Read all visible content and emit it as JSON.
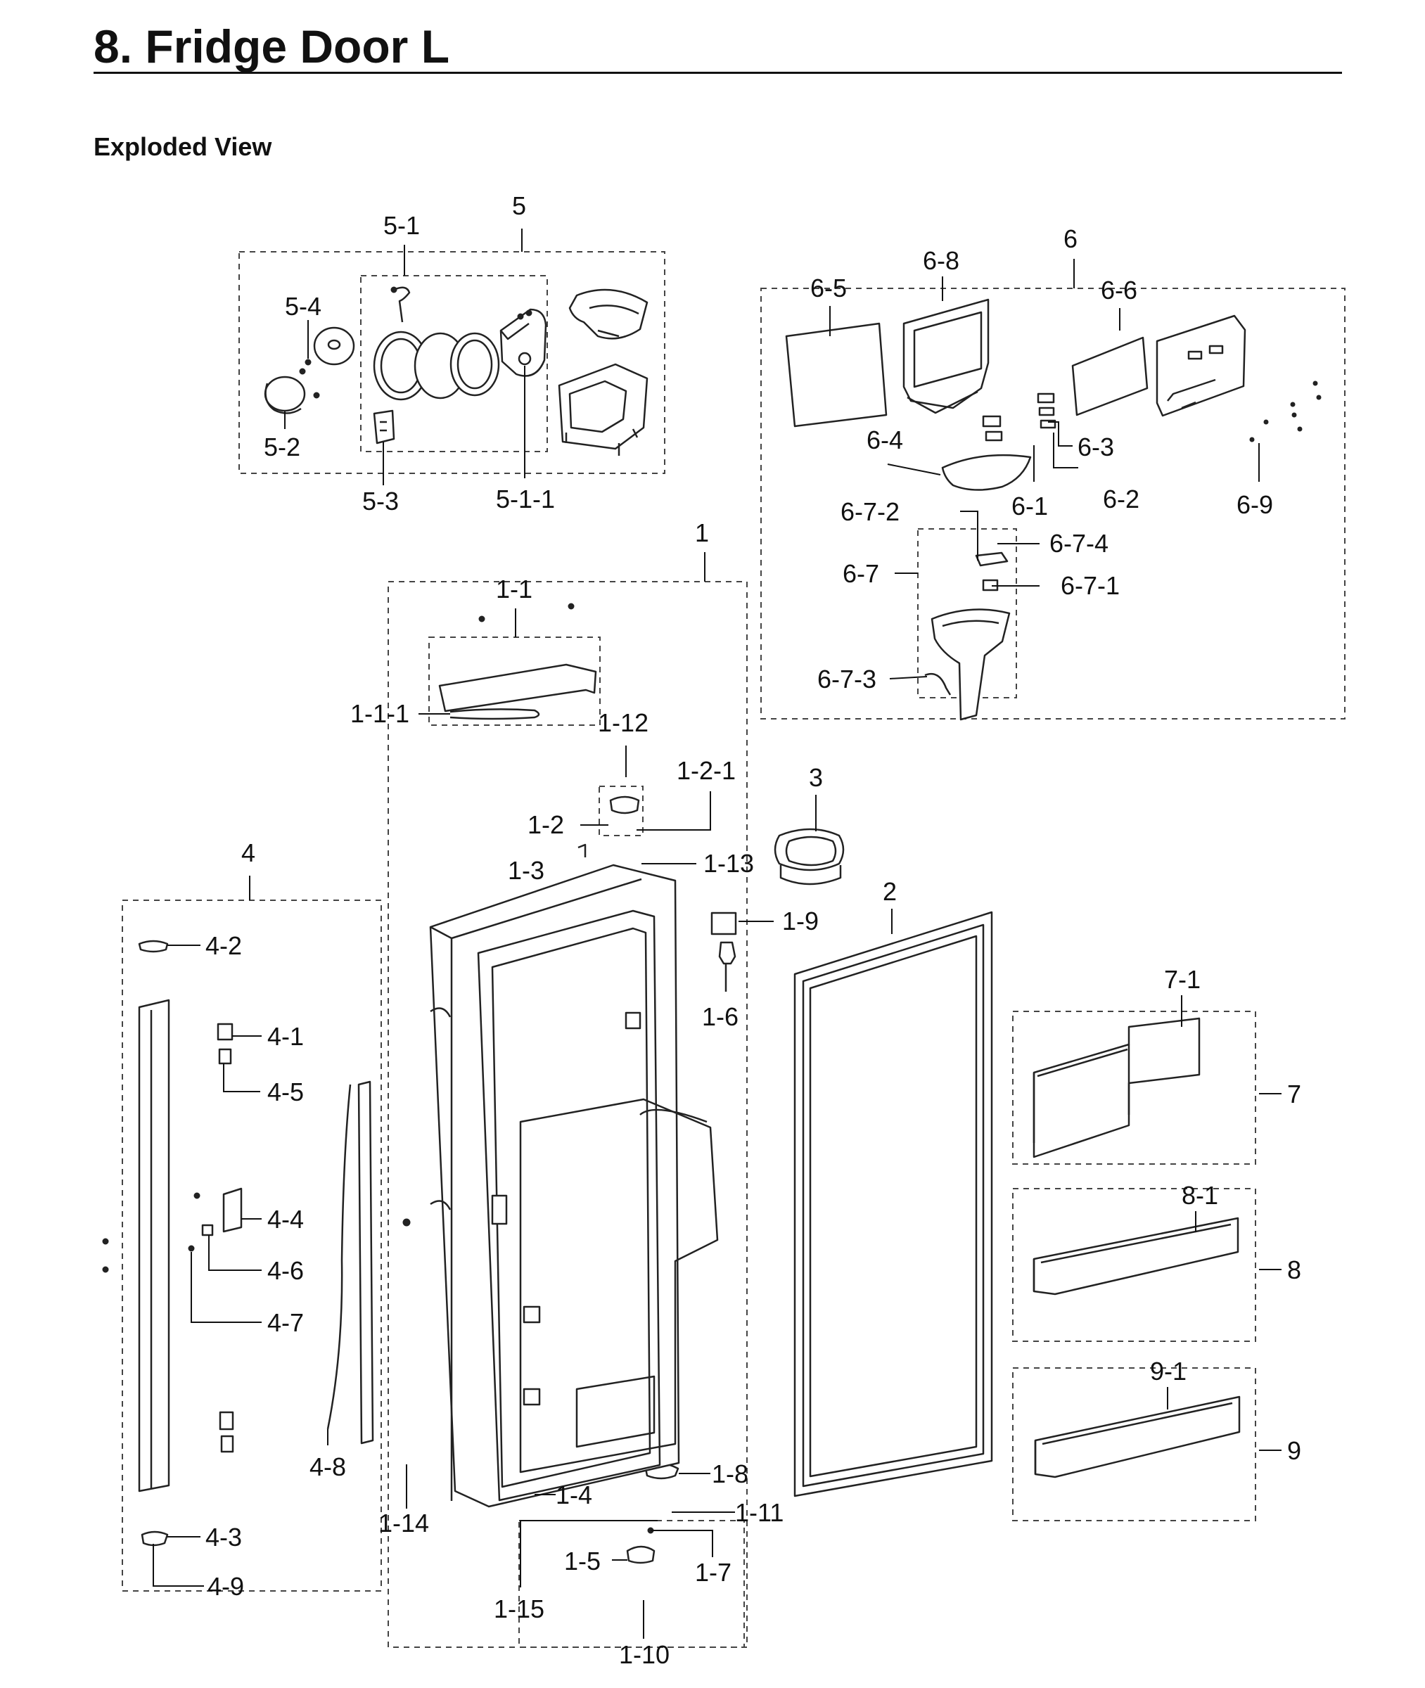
{
  "title": "8.  Fridge Door L",
  "section": "Exploded View",
  "labels": [
    {
      "id": "5",
      "text": "5"
    },
    {
      "id": "5-1",
      "text": "5-1"
    },
    {
      "id": "5-4",
      "text": "5-4"
    },
    {
      "id": "5-2",
      "text": "5-2"
    },
    {
      "id": "5-3",
      "text": "5-3"
    },
    {
      "id": "5-1-1",
      "text": "5-1-1"
    },
    {
      "id": "6",
      "text": "6"
    },
    {
      "id": "6-8",
      "text": "6-8"
    },
    {
      "id": "6-5",
      "text": "6-5"
    },
    {
      "id": "6-6",
      "text": "6-6"
    },
    {
      "id": "6-4",
      "text": "6-4"
    },
    {
      "id": "6-3",
      "text": "6-3"
    },
    {
      "id": "6-1",
      "text": "6-1"
    },
    {
      "id": "6-2",
      "text": "6-2"
    },
    {
      "id": "6-9",
      "text": "6-9"
    },
    {
      "id": "6-7-2",
      "text": "6-7-2"
    },
    {
      "id": "6-7-4",
      "text": "6-7-4"
    },
    {
      "id": "6-7",
      "text": "6-7"
    },
    {
      "id": "6-7-1",
      "text": "6-7-1"
    },
    {
      "id": "6-7-3",
      "text": "6-7-3"
    },
    {
      "id": "1",
      "text": "1"
    },
    {
      "id": "1-1",
      "text": "1-1"
    },
    {
      "id": "1-1-1",
      "text": "1-1-1"
    },
    {
      "id": "1-12",
      "text": "1-12"
    },
    {
      "id": "1-2-1",
      "text": "1-2-1"
    },
    {
      "id": "1-2",
      "text": "1-2"
    },
    {
      "id": "1-3",
      "text": "1-3"
    },
    {
      "id": "1-13",
      "text": "1-13"
    },
    {
      "id": "1-9",
      "text": "1-9"
    },
    {
      "id": "1-6",
      "text": "1-6"
    },
    {
      "id": "1-14",
      "text": "1-14"
    },
    {
      "id": "1-4",
      "text": "1-4"
    },
    {
      "id": "1-8",
      "text": "1-8"
    },
    {
      "id": "1-11",
      "text": "1-11"
    },
    {
      "id": "1-5",
      "text": "1-5"
    },
    {
      "id": "1-7",
      "text": "1-7"
    },
    {
      "id": "1-15",
      "text": "1-15"
    },
    {
      "id": "1-10",
      "text": "1-10"
    },
    {
      "id": "2",
      "text": "2"
    },
    {
      "id": "3",
      "text": "3"
    },
    {
      "id": "4",
      "text": "4"
    },
    {
      "id": "4-2",
      "text": "4-2"
    },
    {
      "id": "4-1",
      "text": "4-1"
    },
    {
      "id": "4-5",
      "text": "4-5"
    },
    {
      "id": "4-4",
      "text": "4-4"
    },
    {
      "id": "4-6",
      "text": "4-6"
    },
    {
      "id": "4-7",
      "text": "4-7"
    },
    {
      "id": "4-8",
      "text": "4-8"
    },
    {
      "id": "4-3",
      "text": "4-3"
    },
    {
      "id": "4-9",
      "text": "4-9"
    },
    {
      "id": "7",
      "text": "7"
    },
    {
      "id": "7-1",
      "text": "7-1"
    },
    {
      "id": "8",
      "text": "8"
    },
    {
      "id": "8-1",
      "text": "8-1"
    },
    {
      "id": "9",
      "text": "9"
    },
    {
      "id": "9-1",
      "text": "9-1"
    }
  ]
}
